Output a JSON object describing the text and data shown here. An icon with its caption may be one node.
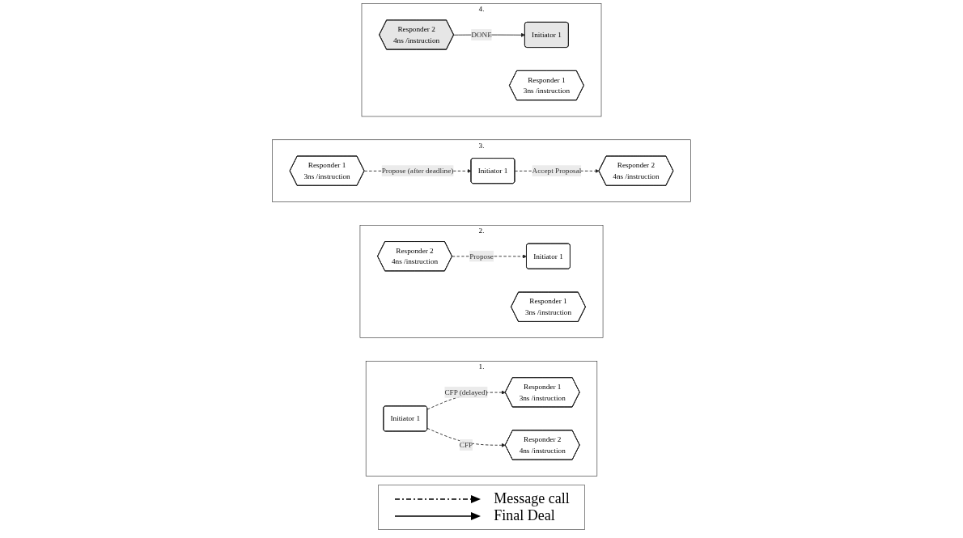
{
  "diagram": {
    "nodes": [
      {
        "text": [
          "1."
        ]
      },
      {
        "text": [
          "Initiator 1"
        ],
        "in": 0
      },
      {
        "text": [
          "Responder 1",
          "3ns /instruction"
        ],
        "in": 0
      },
      {
        "text": [
          "Responder 2",
          "4ns /instruction"
        ],
        "in": 0
      },
      {
        "text": [
          "2."
        ]
      },
      {
        "text": [
          "Initiator 1"
        ],
        "in": 4
      },
      {
        "text": [
          "Responder 1",
          "3ns /instruction"
        ],
        "in": 4
      },
      {
        "text": [
          "Responder 2",
          "4ns /instruction"
        ],
        "in": 4
      },
      {
        "text": [
          "3."
        ]
      },
      {
        "text": [
          "Initiator 1"
        ],
        "in": 8
      },
      {
        "text": [
          "Responder 1",
          "3ns /instruction"
        ],
        "in": 8
      },
      {
        "text": [
          "Responder 2",
          "4ns /instruction"
        ],
        "in": 8
      },
      {
        "text": [
          "4."
        ]
      },
      {
        "text": [
          "Initiator 1"
        ],
        "in": 12
      },
      {
        "text": [
          "Responder 1",
          "3ns /instruction"
        ],
        "in": 12
      },
      {
        "text": [
          "Responder 2",
          "4ns /instruction"
        ],
        "in": 12
      }
    ],
    "edges": [
      {
        "from": 1,
        "to": 2,
        "arrow": "to",
        "label": "CFP (delayed)",
        "style": "dashed"
      },
      {
        "from": 1,
        "to": 3,
        "arrow": "to",
        "label": "CFP",
        "style": "dashed"
      },
      {
        "from": 7,
        "to": 5,
        "arrow": "to",
        "label": "Propose",
        "style": "dashed"
      },
      {
        "from": 10,
        "to": 9,
        "arrow": "to",
        "label": "Propose (after deadline)",
        "style": "dashed"
      },
      {
        "from": 9,
        "to": 11,
        "arrow": "to",
        "label": "Accept Proposal",
        "style": "dashed"
      },
      {
        "from": 15,
        "to": 13,
        "arrow": "to",
        "label": "DONE"
      }
    ],
    "legend": [
      {
        "text": "Message call"
      },
      {
        "text": "Final Deal"
      }
    ]
  }
}
